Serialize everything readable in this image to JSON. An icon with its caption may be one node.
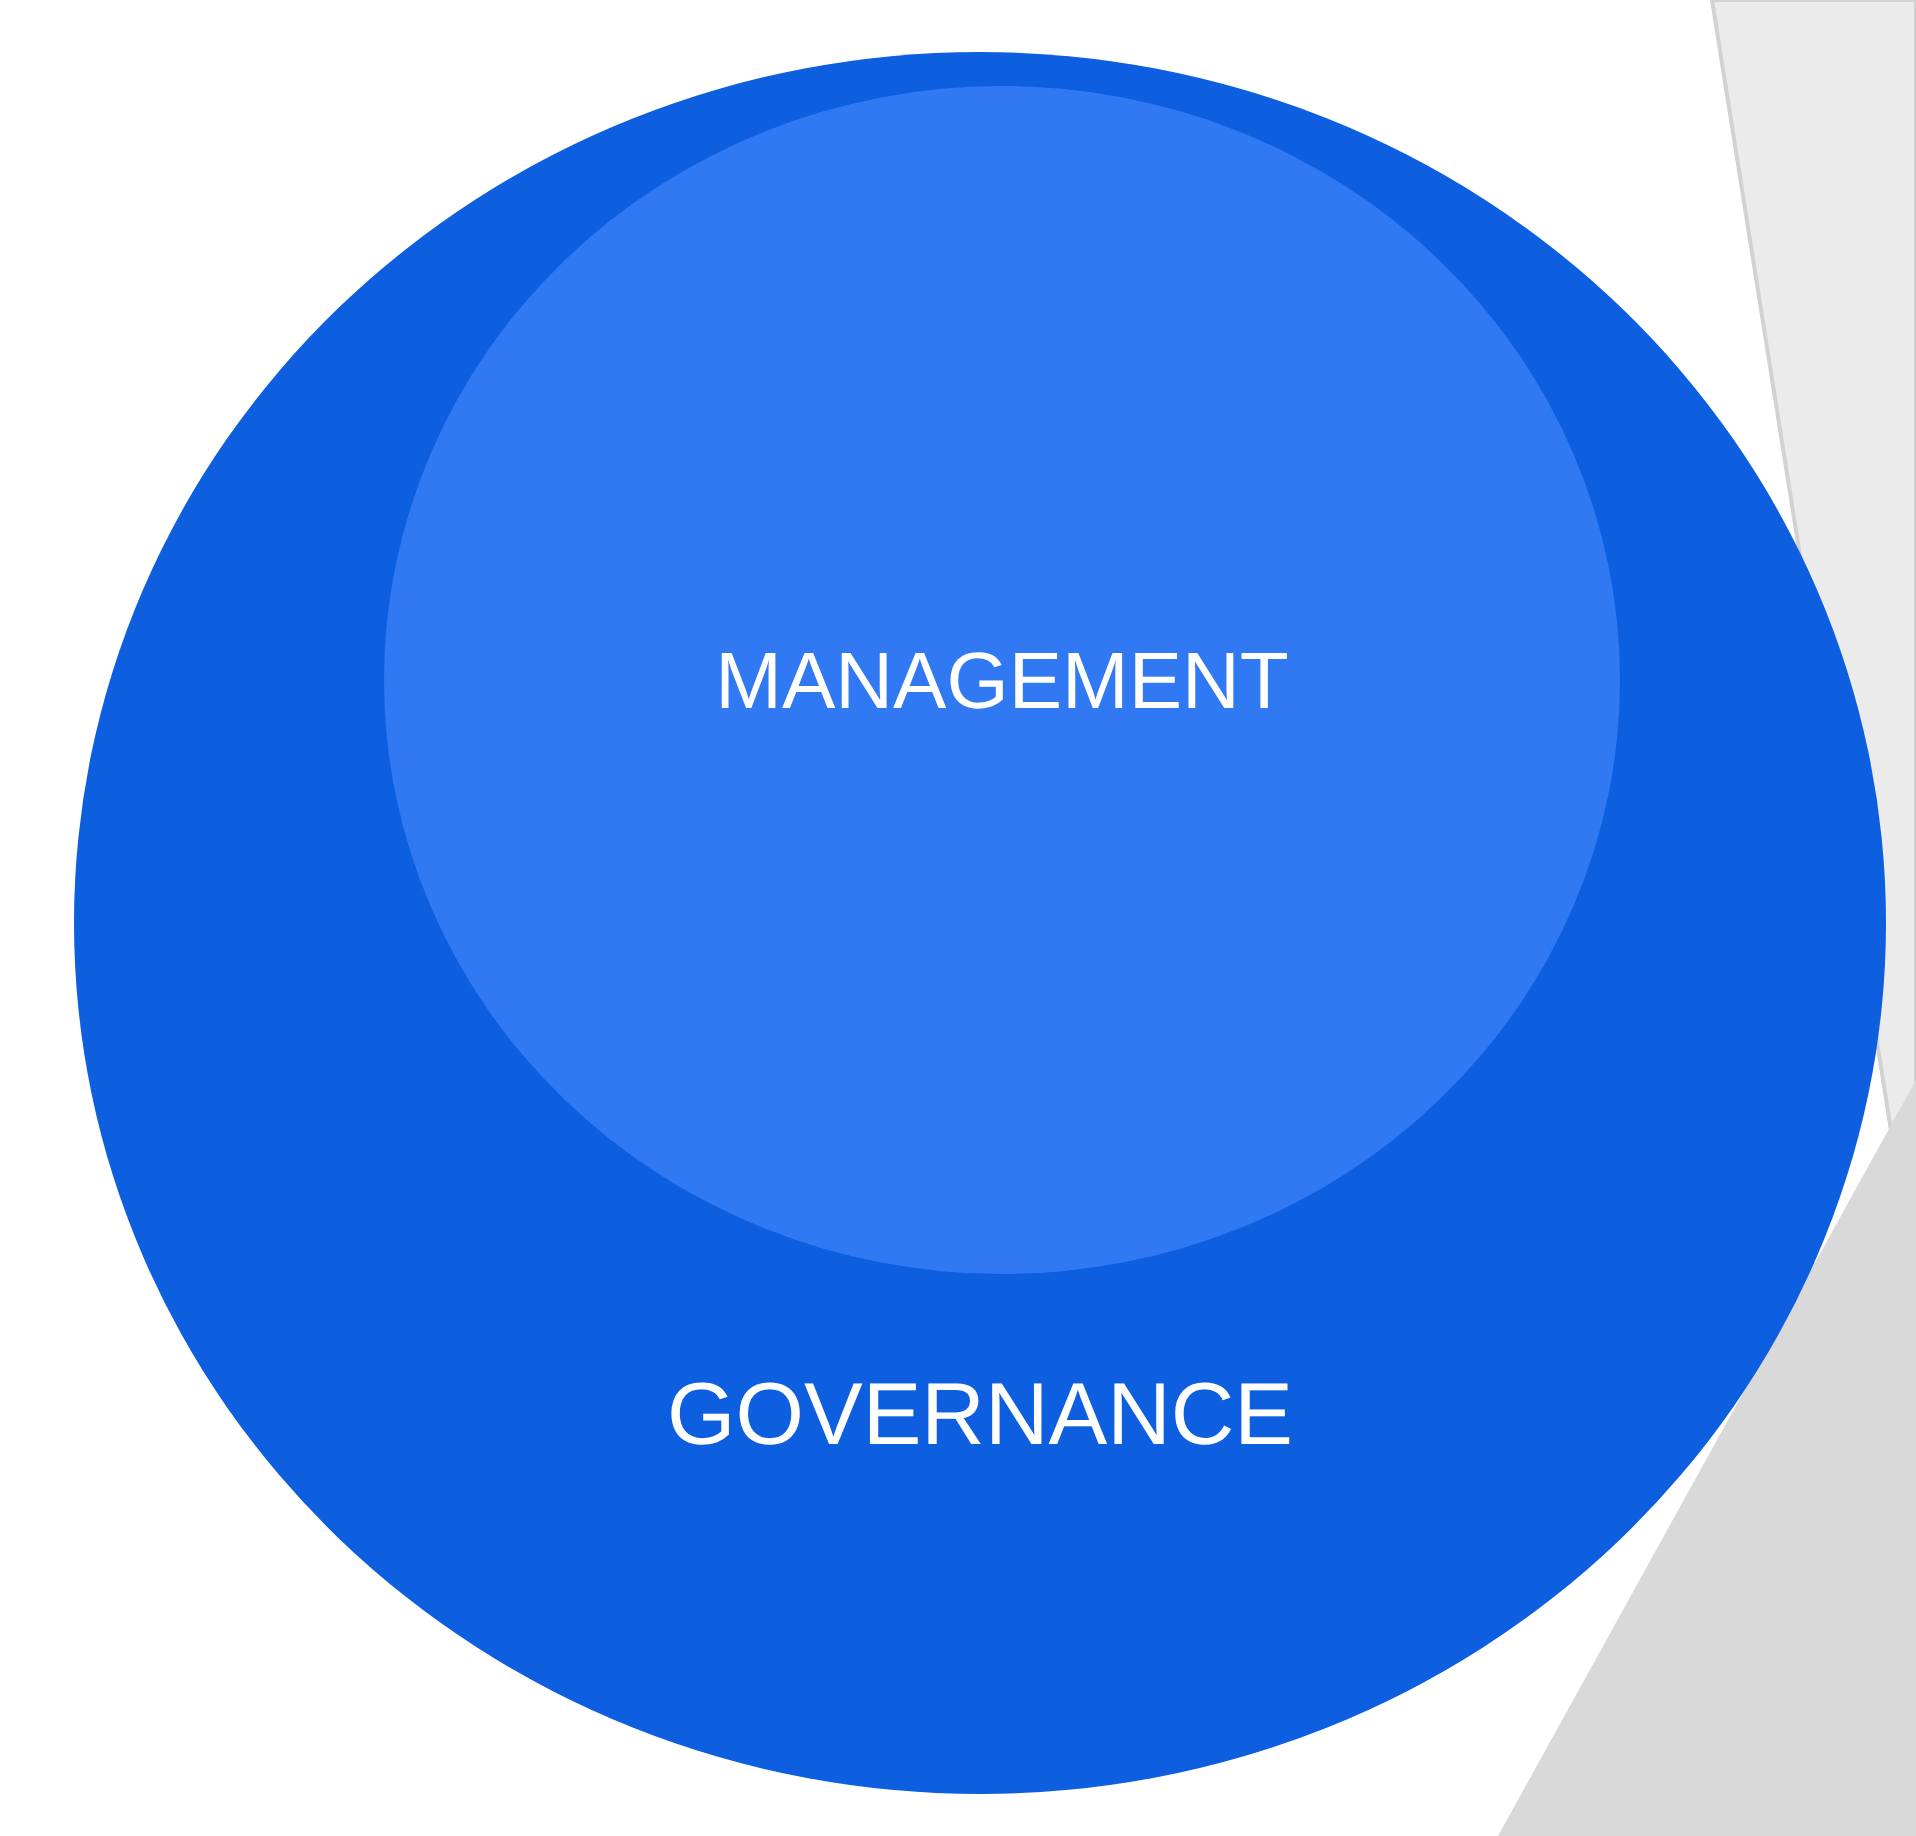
{
  "diagram": {
    "nodes": [
      {
        "text": [
          "GOVERNANCE"
        ]
      },
      {
        "text": [
          "MANAGEMENT"
        ],
        "in": 0
      }
    ]
  }
}
